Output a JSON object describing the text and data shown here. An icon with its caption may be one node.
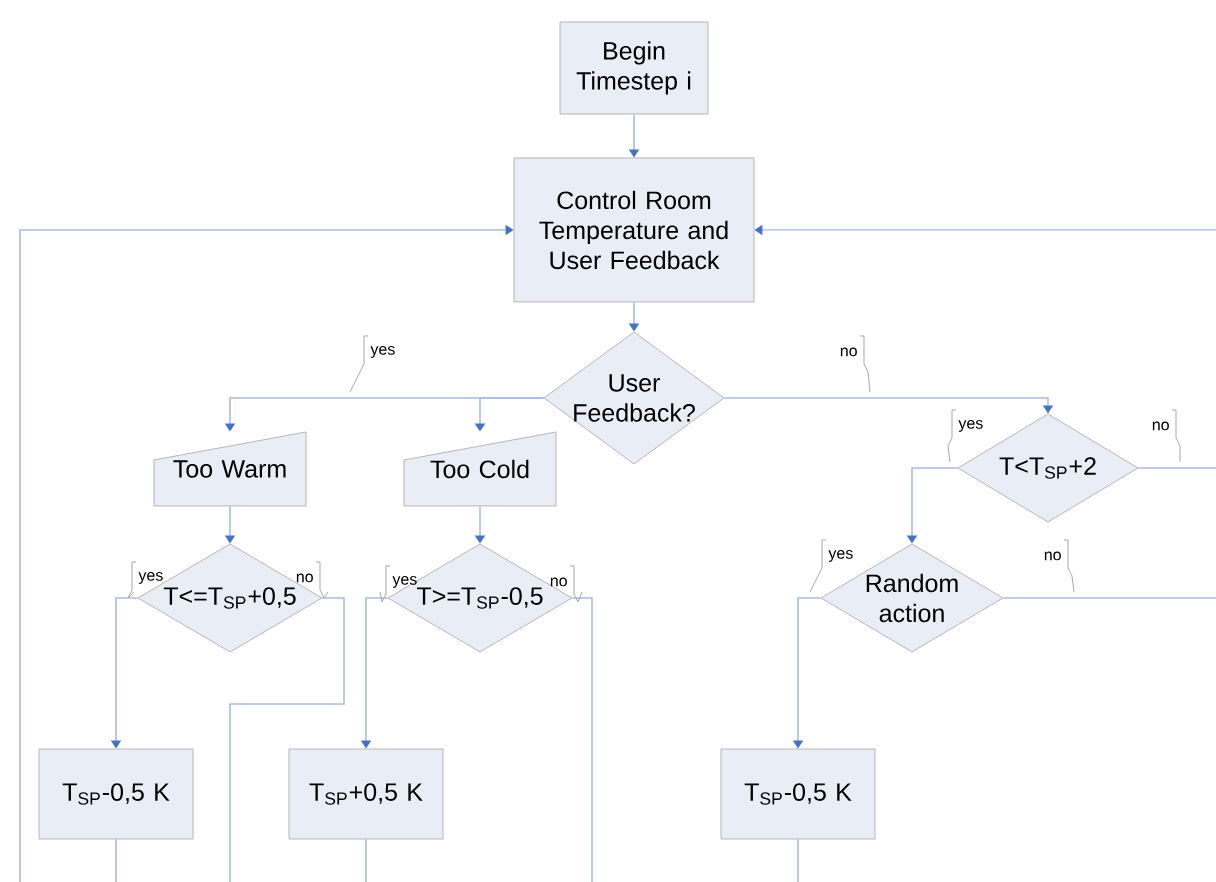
{
  "diagram": {
    "nodes": [
      {
        "text": [
          "Begin Timestep i"
        ]
      },
      {
        "text": [
          "Control Room Temperature and User Feedback"
        ]
      },
      {
        "text": [
          "User Feedback?"
        ]
      },
      {
        "text": [
          "Too Warm"
        ]
      },
      {
        "text": [
          "Too Cold"
        ]
      },
      {
        "text": [
          "T<T$_{SP}$+2"
        ]
      },
      {
        "text": [
          "T<=T$_{SP}$+0,5"
        ]
      },
      {
        "text": [
          "T>=T$_{SP}$-0,5"
        ]
      },
      {
        "text": [
          "Random action"
        ]
      },
      {
        "text": [
          "T$_{SP}$-0,5 K"
        ]
      },
      {
        "text": [
          "T$_{SP}$+0,5 K"
        ]
      },
      {
        "text": [
          "T$_{SP}$-0,5 K"
        ]
      }
    ],
    "edges": [
      {
        "from": 0,
        "to": 1,
        "arrow": "to"
      },
      {
        "from": null,
        "to": 1,
        "arrow": "to"
      },
      {
        "from": null,
        "to": 1,
        "arrow": "to"
      },
      {
        "from": 1,
        "to": 2,
        "arrow": "to"
      },
      {
        "from": 2,
        "to": 3,
        "arrow": "to",
        "label": "yes"
      },
      {
        "from": 2,
        "to": 4,
        "arrow": "to"
      },
      {
        "from": 2,
        "to": 5,
        "arrow": "to",
        "label": "no"
      },
      {
        "from": 3,
        "to": 6,
        "arrow": "to"
      },
      {
        "from": 4,
        "to": 7,
        "arrow": "to"
      },
      {
        "from": 6,
        "to": 9,
        "arrow": "to",
        "label": "yes"
      },
      {
        "from": 6,
        "to": null,
        "arrow": "none",
        "label": "no"
      },
      {
        "from": 7,
        "to": 10,
        "arrow": "to",
        "label": "yes"
      },
      {
        "from": 7,
        "to": null,
        "arrow": "none",
        "label": "no"
      },
      {
        "from": 5,
        "to": 8,
        "arrow": "to",
        "label": "yes"
      },
      {
        "from": 5,
        "to": null,
        "arrow": "none",
        "label": "no"
      },
      {
        "from": 8,
        "to": 11,
        "arrow": "to",
        "label": "yes"
      },
      {
        "from": 8,
        "to": null,
        "arrow": "none",
        "label": "no"
      },
      {
        "from": 9,
        "to": null,
        "arrow": "none"
      },
      {
        "from": 10,
        "to": null,
        "arrow": "none"
      },
      {
        "from": 11,
        "to": null,
        "arrow": "none"
      }
    ]
  }
}
